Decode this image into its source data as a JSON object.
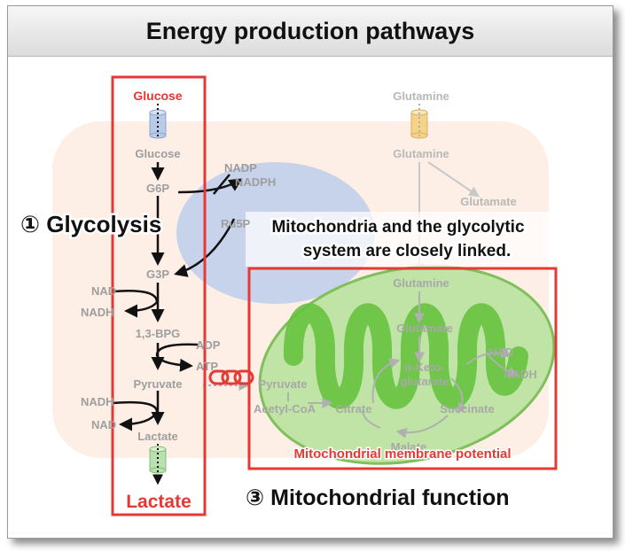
{
  "title": "Energy production pathways",
  "glycolysis": {
    "heading": "① Glycolysis",
    "glucose_out": "Glucose",
    "glucose_in": "Glucose",
    "g6p": "G6P",
    "g3p": "G3P",
    "bpg": "1,3-BPG",
    "pyruvate": "Pyruvate",
    "lactate_in": "Lactate",
    "lactate_out": "Lactate",
    "nad1": "NAD",
    "nadh1": "NADH",
    "adp": "ADP",
    "atp": "ATP",
    "nadh2": "NADH",
    "nad2": "NAD",
    "nadp": "NADP",
    "nadph": "NADPH",
    "ru5p": "Ru5P"
  },
  "glutamine": {
    "outside": "Glutamine",
    "inside": "Glutamine",
    "glutamate": "Glutamate"
  },
  "mito": {
    "heading": "③ Mitochondrial function",
    "membrane_label": "Mitochondrial membrane potential",
    "glutamine": "Glutamine",
    "glutamate": "Glutamate",
    "akg_1": "α-Keto-",
    "akg_2": "glutarate",
    "pyruvate": "Pyruvate",
    "acetyl_coa": "Acetyl-CoA",
    "citrate": "Citrate",
    "succinate": "Succinate",
    "malate": "Malate",
    "nad": "NAD",
    "nadh": "NADH"
  },
  "callout": {
    "line1": "Mitochondria and the glycolytic",
    "line2": "system are closely linked."
  },
  "colors": {
    "red": "#e53935",
    "gray_text": "#9e9e9e",
    "mito_green": "#7fcf5a",
    "cell_fill": "#fdeee6",
    "nucleus_fill": "#c7d3ea"
  }
}
